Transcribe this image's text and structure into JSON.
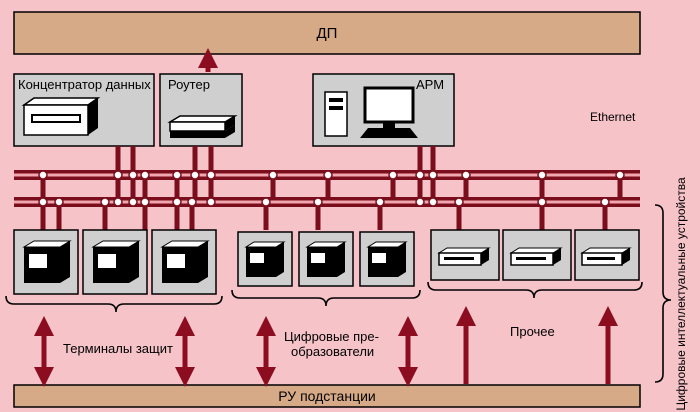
{
  "top_bar": {
    "label": "ДП"
  },
  "bottom_bar": {
    "label": "РУ подстанции"
  },
  "devices": {
    "concentrator": {
      "label": "Концентратор данных",
      "icon": "tape-drive-icon"
    },
    "router": {
      "label": "Роутер",
      "icon": "router-icon"
    },
    "workstation": {
      "label": "АРМ",
      "icon": "pc-workstation-icon"
    }
  },
  "network_label": "Ethernet",
  "groups": {
    "protection": {
      "label": "Терминалы защит",
      "icon": "protection-terminal-icon"
    },
    "converters": {
      "label_line1": "Цифровые пре-",
      "label_line2": "образователи",
      "icon": "digital-converter-icon"
    },
    "other": {
      "label": "Прочее",
      "icon": "flat-device-icon"
    }
  },
  "side_label": "Цифровые интеллектуальные устройства",
  "colors": {
    "background": "#f6c3c8",
    "bar_fill": "#d6a987",
    "box_fill": "#cfcfcf",
    "bus_dark": "#7a0e1c",
    "bus_light": "#f2a7b0",
    "arrow": "#8b0d1f"
  }
}
